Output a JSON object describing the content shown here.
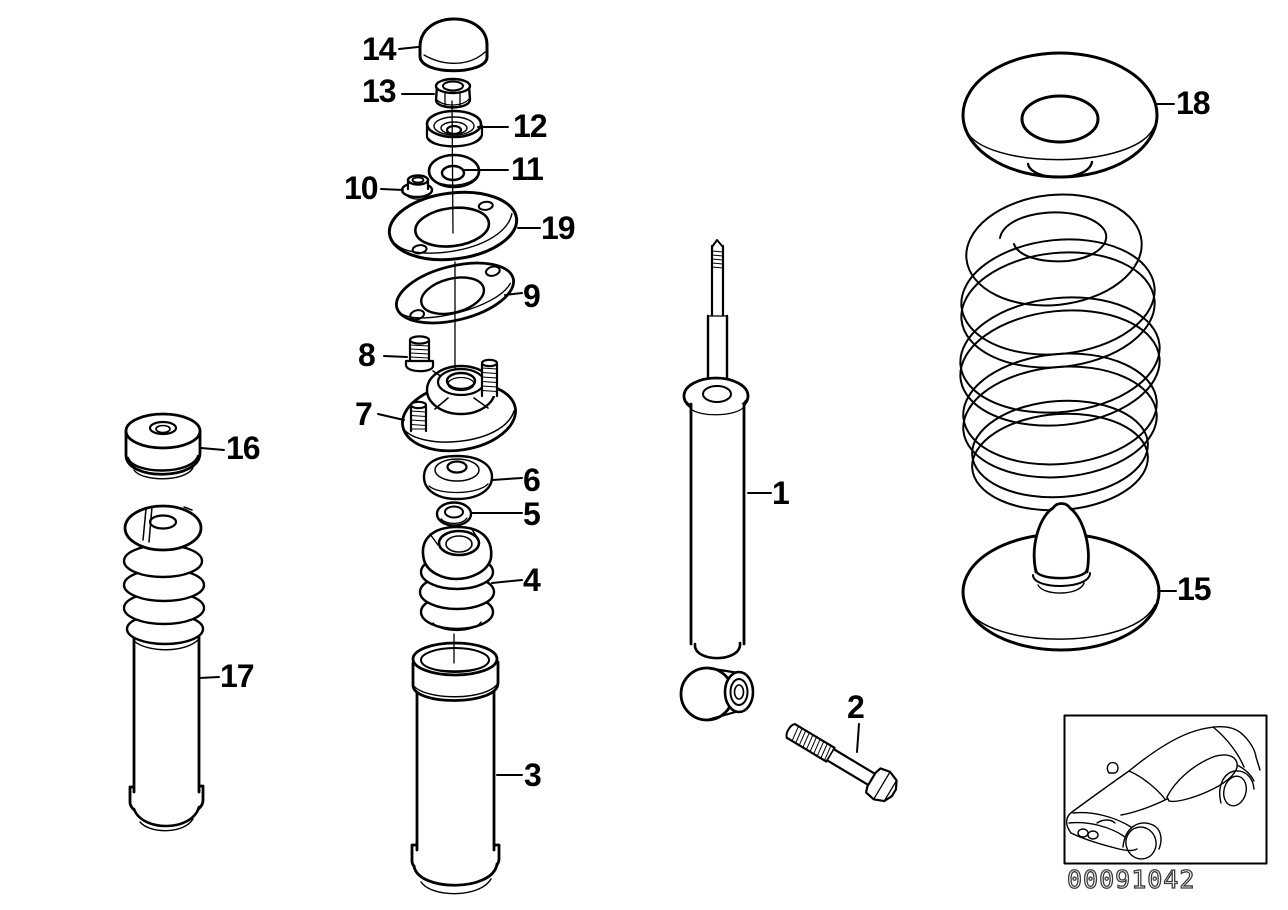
{
  "diagram": {
    "description": "Exploded line-art parts diagram: rear shock absorber, coil spring, spring pads and mounting hardware",
    "code": "00091042"
  },
  "callouts": {
    "c1": "1",
    "c2": "2",
    "c3": "3",
    "c4": "4",
    "c5": "5",
    "c6": "6",
    "c7": "7",
    "c8": "8",
    "c9": "9",
    "c10": "10",
    "c11": "11",
    "c12": "12",
    "c13": "13",
    "c14": "14",
    "c15": "15",
    "c16": "16",
    "c17": "17",
    "c18": "18",
    "c19": "19"
  },
  "colors": {
    "background": "#ffffff",
    "line": "#000000",
    "code_text_outline": "#3c3c3c"
  }
}
